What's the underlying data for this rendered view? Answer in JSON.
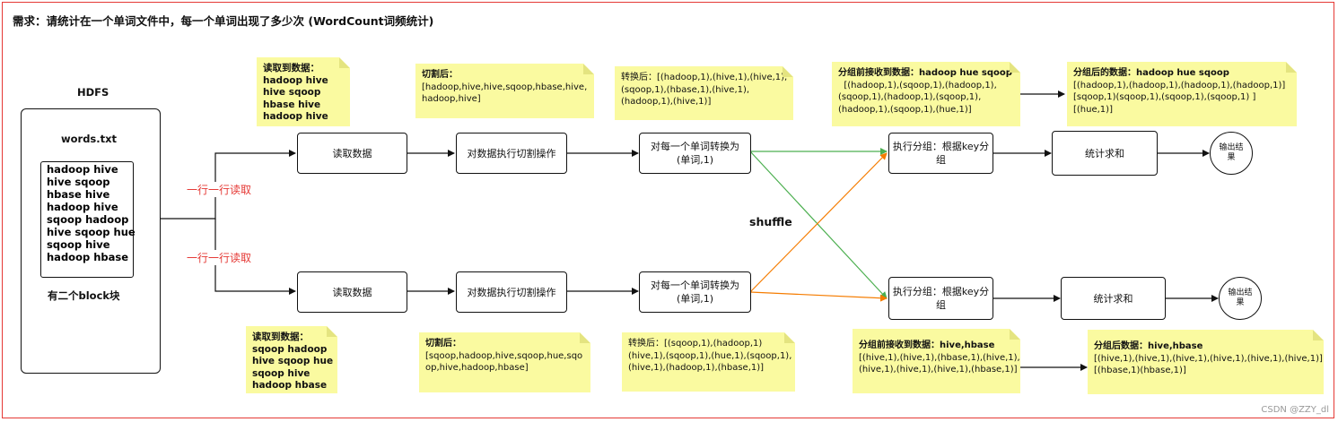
{
  "title": "需求：请统计在一个单词文件中，每一个单词出现了多少次 (WordCount词频统计)",
  "hdfs": {
    "label": "HDFS",
    "filename": "words.txt",
    "lines": [
      "hadoop hive",
      "hive sqoop",
      "hbase hive",
      "hadoop hive",
      "sqoop hadoop",
      "hive sqoop hue",
      "sqoop hive",
      "hadoop hbase"
    ],
    "blocks_label": "有二个block块"
  },
  "read_line_label_top": "一行一行读取",
  "read_line_label_bottom": "一行一行读取",
  "shuffle_label": "shuffle",
  "top_row": {
    "read": "读取数据",
    "split": "对数据执行切割操作",
    "convert": [
      "对每一个单词转换为",
      "(单词,1)"
    ],
    "group": "执行分组：根据key分组",
    "sum": "统计求和",
    "output": [
      "输出结",
      "果"
    ]
  },
  "bottom_row": {
    "read": "读取数据",
    "split": "对数据执行切割操作",
    "convert": [
      "对每一个单词转换为",
      "(单词,1)"
    ],
    "group": "执行分组：根据key分组",
    "sum": "统计求和",
    "output": [
      "输出结",
      "果"
    ]
  },
  "notes": {
    "top_read": [
      "读取到数据：",
      "hadoop hive",
      "hive sqoop",
      "hbase hive",
      "hadoop hive"
    ],
    "top_split": [
      "切割后：",
      "[hadoop,hive,hive,sqoop,hbase,hive,",
      "hadoop,hive]"
    ],
    "top_convert": [
      "转换后：[(hadoop,1),(hive,1),(hive,1),",
      "(sqoop,1),(hbase,1),(hive,1),",
      "(hadoop,1),(hive,1)]"
    ],
    "top_group_in": [
      "分组前接收到数据：hadoop hue sqoop",
      "  [(hadoop,1),(sqoop,1),(hadoop,1),",
      "(sqoop,1),(hadoop,1),(sqoop,1),",
      "(hadoop,1),(sqoop,1),(hue,1)]"
    ],
    "top_group_out": [
      "分组后的数据：hadoop hue sqoop",
      "[(hadoop,1),(hadoop,1),(hadoop,1),(hadoop,1)]",
      "[sqoop,1)(sqoop,1),(sqoop,1),(sqoop,1) ]",
      "[(hue,1)]"
    ],
    "bottom_read": [
      "读取到数据：",
      "sqoop hadoop",
      "hive sqoop hue",
      "sqoop hive",
      "hadoop hbase"
    ],
    "bottom_split": [
      "切割后：",
      "[sqoop,hadoop,hive,sqoop,hue,sqo",
      "op,hive,hadoop,hbase]"
    ],
    "bottom_convert": [
      "转换后：[(sqoop,1),(hadoop,1)",
      "(hive,1),(sqoop,1),(hue,1),(sqoop,1),",
      "(hive,1),(hadoop,1),(hbase,1)]"
    ],
    "bottom_group_in": [
      "分组前接收到数据：hive,hbase",
      "[(hive,1),(hive,1),(hbase,1),(hive,1),",
      "(hive,1),(hive,1),(hive,1),(hbase,1)]"
    ],
    "bottom_group_out": [
      "分组后数据：hive,hbase",
      "[(hive,1),(hive,1),(hive,1),(hive,1),(hive,1),(hive,1)]",
      "[(hbase,1)(hbase,1)]"
    ]
  },
  "watermark": "CSDN @ZZY_dl",
  "colors": {
    "frame": "#e53935",
    "note": "#fafaa0",
    "green": "#4caf50",
    "orange": "#f57c00"
  }
}
